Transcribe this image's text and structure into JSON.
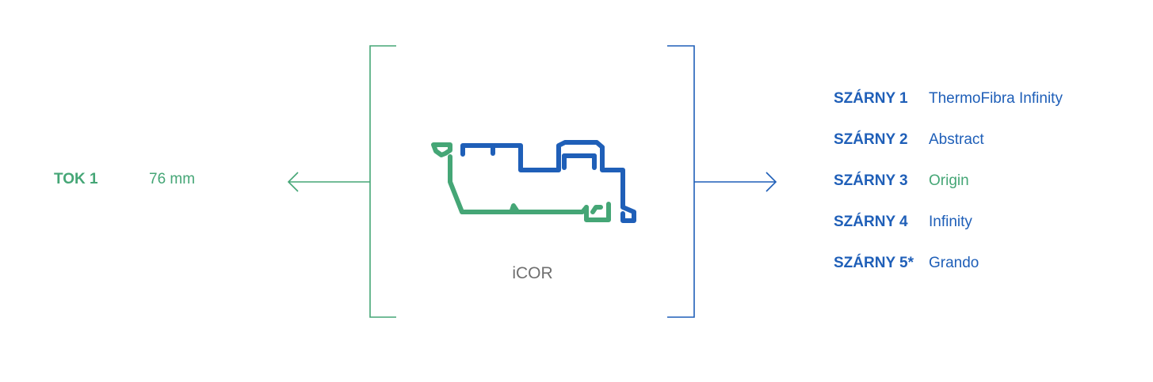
{
  "colors": {
    "green": "#45a676",
    "blue": "#1f5fb8",
    "caption": "#6f6f6f"
  },
  "frame": {
    "label": "TOK 1",
    "value": "76 mm"
  },
  "profile": {
    "caption": "iCOR"
  },
  "sashes": [
    {
      "label": "SZÁRNY 1",
      "value": "ThermoFibra Infinity",
      "color": "blue"
    },
    {
      "label": "SZÁRNY 2",
      "value": "Abstract",
      "color": "blue"
    },
    {
      "label": "SZÁRNY 3",
      "value": "Origin",
      "color": "green"
    },
    {
      "label": "SZÁRNY 4",
      "value": "Infinity",
      "color": "blue"
    },
    {
      "label": "SZÁRNY 5*",
      "value": "Grando",
      "color": "blue"
    }
  ]
}
